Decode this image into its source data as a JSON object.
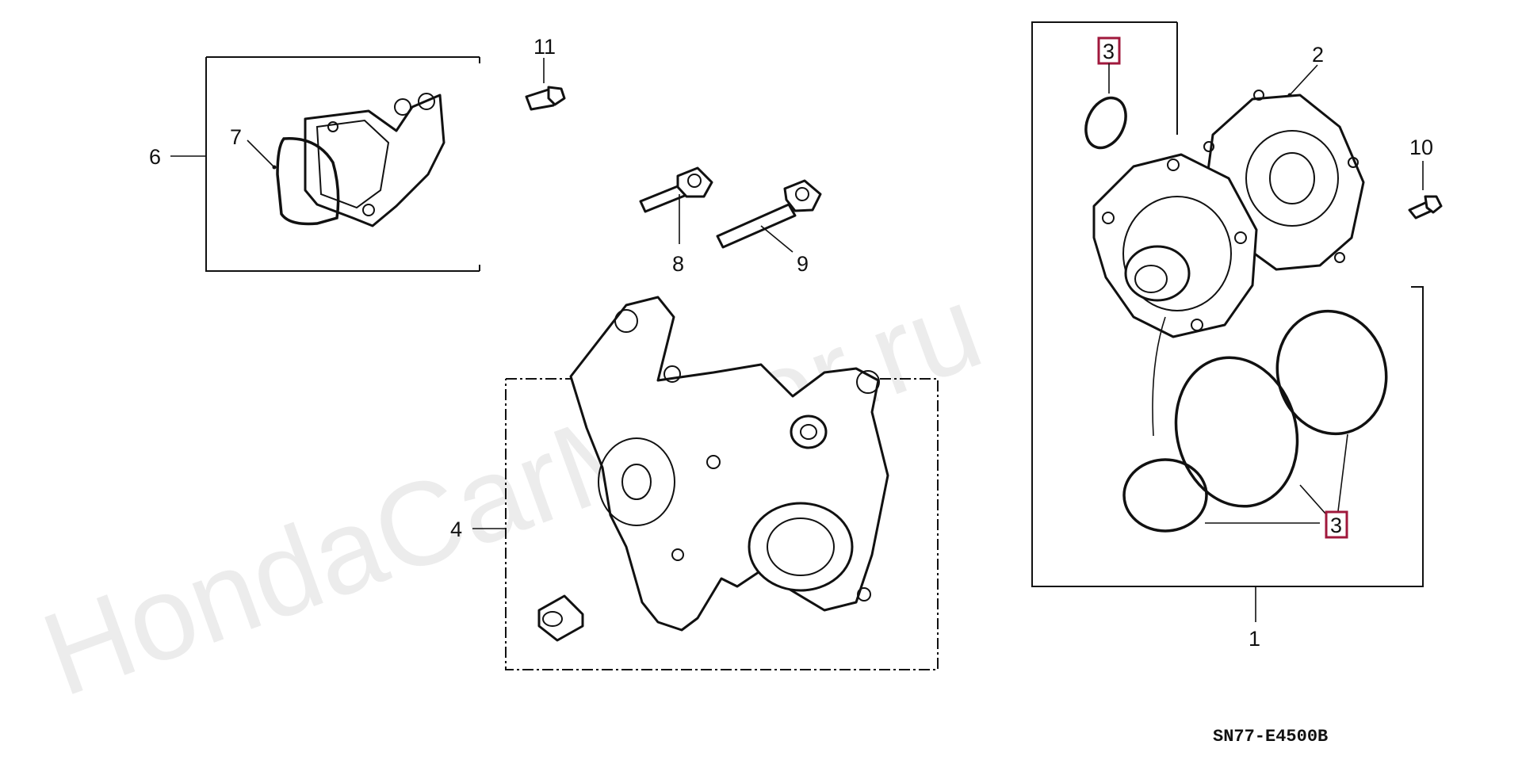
{
  "watermark": "HondaCarMirror.ru",
  "diagram_code": "SN77-E4500B",
  "callouts": {
    "c1": "1",
    "c2": "2",
    "c4": "4",
    "c6": "6",
    "c7": "7",
    "c8": "8",
    "c9": "9",
    "c10": "10",
    "c11": "11"
  },
  "highlighted_callouts": {
    "top": "3",
    "bottom": "3"
  },
  "colors": {
    "highlight_border": "#a0183c",
    "line": "#111111",
    "watermark": "#ececec"
  }
}
